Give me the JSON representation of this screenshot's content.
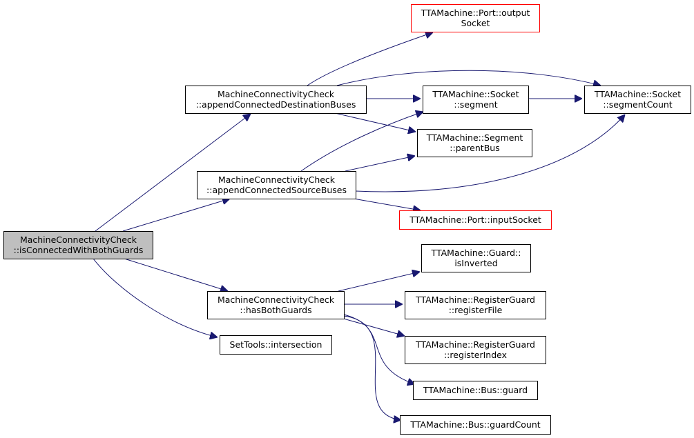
{
  "colors": {
    "edge": "#191970",
    "node_border": "#000000",
    "node_border_external": "#ff0000",
    "node_fill": "#ffffff",
    "root_fill": "#bfbfbf"
  },
  "nodes": [
    {
      "id": "root",
      "lines": [
        "MachineConnectivityCheck",
        "::isConnectedWithBothGuards"
      ],
      "kind": "root"
    },
    {
      "id": "dest",
      "lines": [
        "MachineConnectivityCheck",
        "::appendConnectedDestinationBuses"
      ],
      "kind": "normal"
    },
    {
      "id": "src",
      "lines": [
        "MachineConnectivityCheck",
        "::appendConnectedSourceBuses"
      ],
      "kind": "normal"
    },
    {
      "id": "hbg",
      "lines": [
        "MachineConnectivityCheck",
        "::hasBothGuards"
      ],
      "kind": "normal"
    },
    {
      "id": "inter",
      "lines": [
        "SetTools::intersection"
      ],
      "kind": "normal"
    },
    {
      "id": "out",
      "lines": [
        "TTAMachine::Port::output",
        "Socket"
      ],
      "kind": "external"
    },
    {
      "id": "seg",
      "lines": [
        "TTAMachine::Socket",
        "::segment"
      ],
      "kind": "normal"
    },
    {
      "id": "segc",
      "lines": [
        "TTAMachine::Socket",
        "::segmentCount"
      ],
      "kind": "normal"
    },
    {
      "id": "pbus",
      "lines": [
        "TTAMachine::Segment",
        "::parentBus"
      ],
      "kind": "normal"
    },
    {
      "id": "in",
      "lines": [
        "TTAMachine::Port::inputSocket"
      ],
      "kind": "external"
    },
    {
      "id": "inv",
      "lines": [
        "TTAMachine::Guard::",
        "isInverted"
      ],
      "kind": "normal"
    },
    {
      "id": "rf",
      "lines": [
        "TTAMachine::RegisterGuard",
        "::registerFile"
      ],
      "kind": "normal"
    },
    {
      "id": "ri",
      "lines": [
        "TTAMachine::RegisterGuard",
        "::registerIndex"
      ],
      "kind": "normal"
    },
    {
      "id": "guard",
      "lines": [
        "TTAMachine::Bus::guard"
      ],
      "kind": "normal"
    },
    {
      "id": "gc",
      "lines": [
        "TTAMachine::Bus::guardCount"
      ],
      "kind": "normal"
    }
  ],
  "edges": [
    {
      "from": "root",
      "to": "dest"
    },
    {
      "from": "root",
      "to": "src"
    },
    {
      "from": "root",
      "to": "hbg"
    },
    {
      "from": "root",
      "to": "inter"
    },
    {
      "from": "dest",
      "to": "out"
    },
    {
      "from": "dest",
      "to": "segc"
    },
    {
      "from": "dest",
      "to": "seg"
    },
    {
      "from": "dest",
      "to": "pbus"
    },
    {
      "from": "src",
      "to": "seg"
    },
    {
      "from": "src",
      "to": "pbus"
    },
    {
      "from": "src",
      "to": "segc"
    },
    {
      "from": "src",
      "to": "in"
    },
    {
      "from": "seg",
      "to": "segc"
    },
    {
      "from": "hbg",
      "to": "inv"
    },
    {
      "from": "hbg",
      "to": "rf"
    },
    {
      "from": "hbg",
      "to": "ri"
    },
    {
      "from": "hbg",
      "to": "guard"
    },
    {
      "from": "hbg",
      "to": "gc"
    }
  ]
}
